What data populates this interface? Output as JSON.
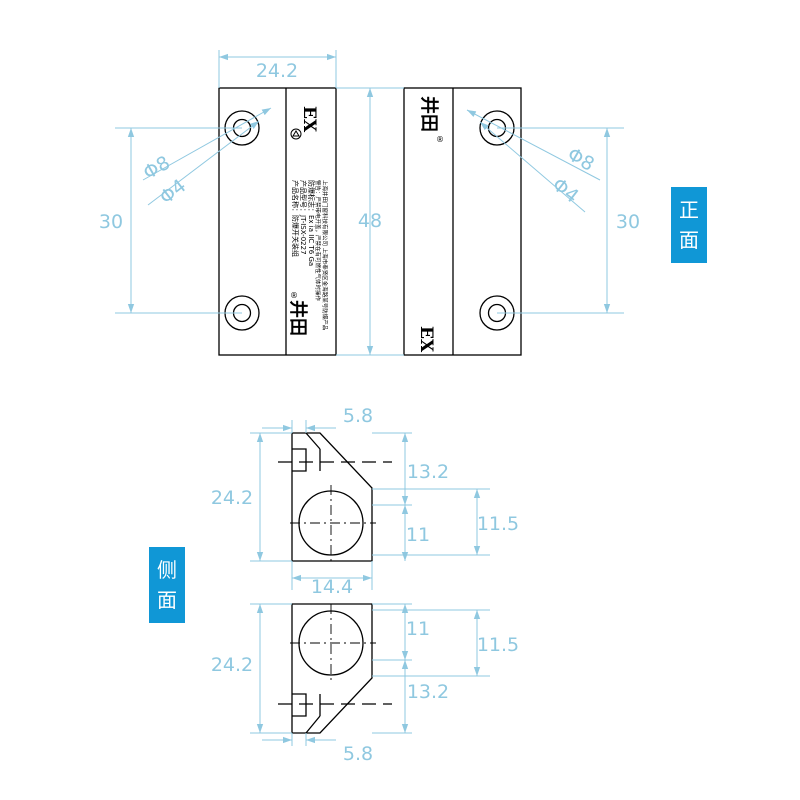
{
  "view_labels": {
    "front": [
      "正",
      "面"
    ],
    "side": [
      "侧",
      "面"
    ],
    "tag_color": "#1097d6"
  },
  "dimensions": {
    "front_width": "24.2",
    "front_height": "48",
    "hole_spacing": "30",
    "hole_outer": "Φ8",
    "hole_inner": "Φ4",
    "side_top_offset": "5.8",
    "side_height": "24.2",
    "side_upper": "13.2",
    "side_bore": "11",
    "side_bore_span": "11.5",
    "side_width": "14.4",
    "dim_color": "#8fc8e0"
  },
  "label": {
    "brand": "井田",
    "registered": "®",
    "ex_mark": "EX",
    "lines": [
      "产品名称：防爆开关装组",
      "产品型号：JT-ISX-0227",
      "防爆标志：Ex ia IIC T6 Ga",
      "警告：严禁带电开盖，严禁在有可燃性气体时操作",
      "上海井田门窗科技有限公司  上海市奉贤区金海路某号防爆产品"
    ]
  }
}
